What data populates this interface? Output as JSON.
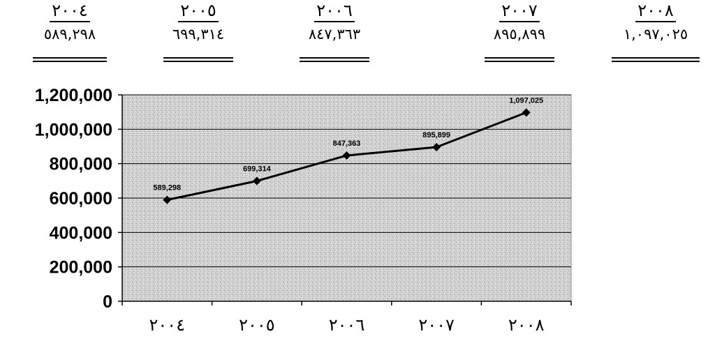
{
  "summary_headers": [
    {
      "year": "٢٠٠٤",
      "value": "٥٨٩,٢٩٨"
    },
    {
      "year": "٢٠٠٥",
      "value": "٦٩٩,٣١٤"
    },
    {
      "year": "٢٠٠٦",
      "value": "٨٤٧,٣٦٣"
    },
    {
      "year": "٢٠٠٧",
      "value": "٨٩٥,٨٩٩"
    },
    {
      "year": "٢٠٠٨",
      "value": "١,٠٩٧,٠٢٥"
    }
  ],
  "chart_data": {
    "type": "line",
    "categories": [
      "٢٠٠٤",
      "٢٠٠٥",
      "٢٠٠٦",
      "٢٠٠٧",
      "٢٠٠٨"
    ],
    "series": [
      {
        "values": [
          589298,
          699314,
          847363,
          895899,
          1097025
        ]
      }
    ],
    "data_labels": [
      "589,298",
      "699,314",
      "847,363",
      "895,899",
      "1,097,025"
    ],
    "yticks": [
      "0",
      "200,000",
      "400,000",
      "600,000",
      "800,000",
      "1,000,000",
      "1,200,000"
    ],
    "ylim": [
      0,
      1200000
    ],
    "grid": true,
    "title": "",
    "xlabel": "",
    "ylabel": "",
    "colors": {
      "plot_bg": "#c8c8c8",
      "line": "#000000",
      "grid": "#000000"
    }
  }
}
